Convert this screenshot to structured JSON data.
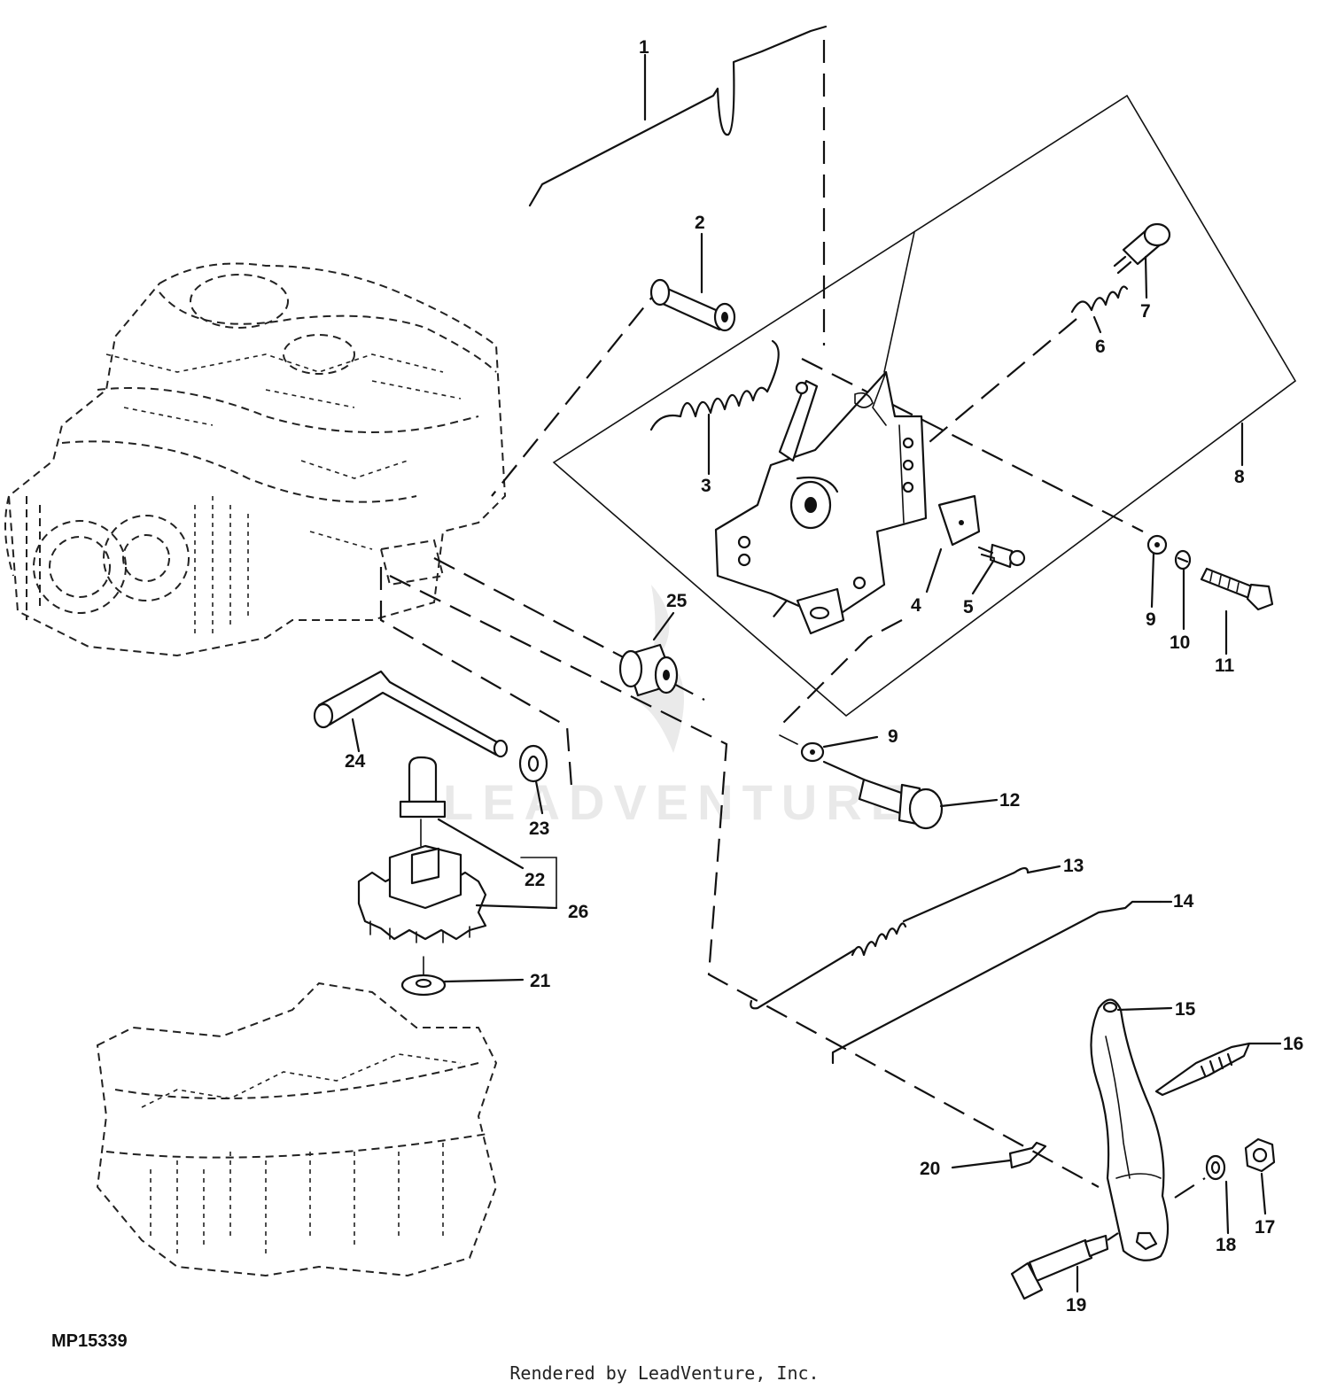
{
  "diagram": {
    "id": "MP15339",
    "watermark": "LEADVENTURE",
    "callouts": [
      "1",
      "2",
      "3",
      "4",
      "5",
      "6",
      "7",
      "8",
      "9",
      "10",
      "11",
      "9",
      "12",
      "13",
      "14",
      "15",
      "16",
      "17",
      "18",
      "19",
      "20",
      "21",
      "22",
      "23",
      "24",
      "25",
      "26"
    ]
  },
  "footer": "Rendered by LeadVenture, Inc."
}
